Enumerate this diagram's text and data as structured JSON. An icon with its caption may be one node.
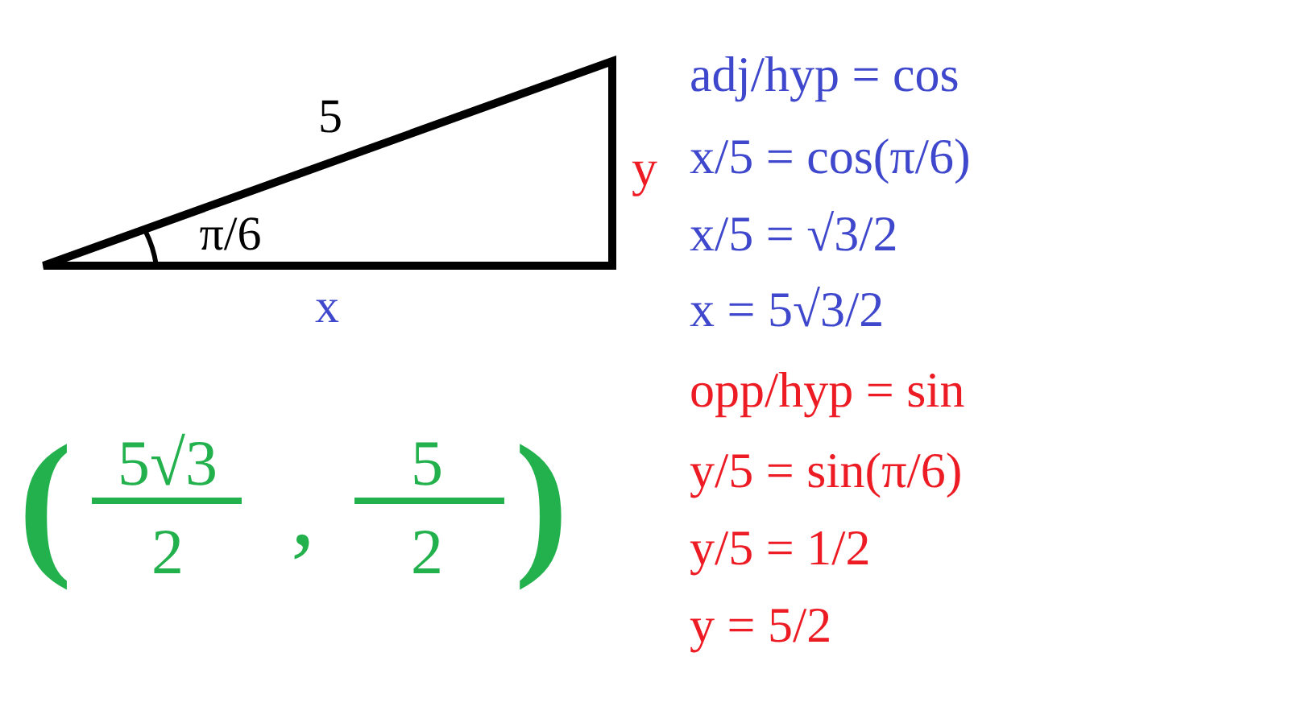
{
  "diagram": {
    "labels": [
      "5",
      "y",
      "π/6",
      "x",
      "adj/hyp = cos",
      "x/5 = cos(π/6)",
      "x/5 = √3/2",
      "x = 5√3/2",
      "opp/hyp = sin",
      "y/5 = sin(π/6)",
      "y/5 = 1/2",
      "y = 5/2",
      "(",
      "5√3",
      "2",
      ",",
      "5",
      "2",
      ")"
    ]
  }
}
